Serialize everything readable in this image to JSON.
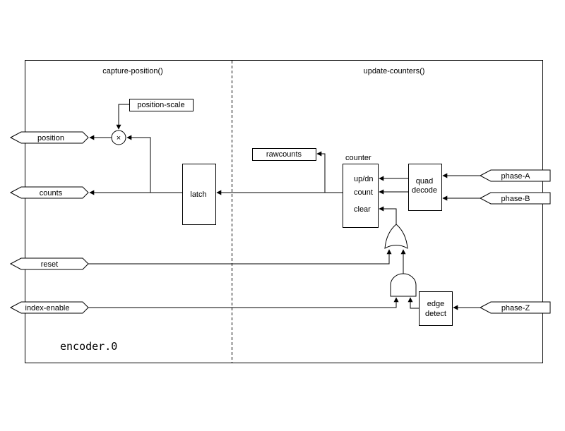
{
  "diagram": {
    "instance_label": "encoder.0",
    "section_left": "capture-position()",
    "section_right": "update-counters()",
    "blocks": {
      "position_scale": "position-scale",
      "multiply_symbol": "×",
      "latch": "latch",
      "rawcounts": "rawcounts",
      "counter_title": "counter",
      "counter_pin_updn": "up/dn",
      "counter_pin_count": "count",
      "counter_pin_clear": "clear",
      "quad_decode_l1": "quad",
      "quad_decode_l2": "decode",
      "edge_detect_l1": "edge",
      "edge_detect_l2": "detect"
    },
    "pins": {
      "position": "position",
      "counts": "counts",
      "reset": "reset",
      "index_enable": "index-enable",
      "phase_a": "phase-A",
      "phase_b": "phase-B",
      "phase_z": "phase-Z"
    },
    "colors": {
      "stroke": "#000000",
      "background": "#ffffff"
    }
  }
}
